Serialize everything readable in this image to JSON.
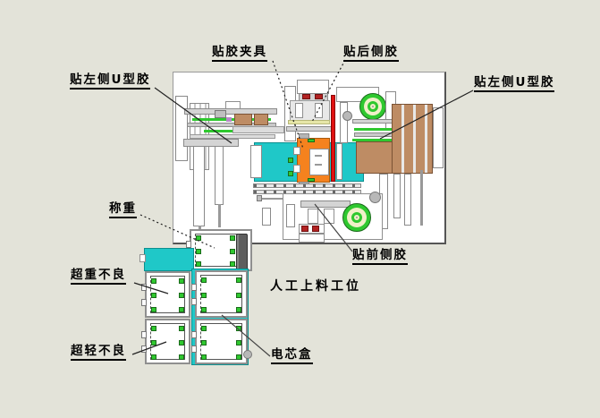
{
  "colors": {
    "background": "#E3E3D9",
    "cyan": "#1FC8C8",
    "orange": "#F5821E",
    "red": "#E01010",
    "dark_red": "#B22222",
    "green": "#2FC82F",
    "brown": "#BE8C64",
    "cream": "#F0F0C8",
    "cream_bar": "#E6E6A8"
  },
  "labels": {
    "left_u_tape_left": {
      "text": "贴左侧U型胶"
    },
    "taping_fixture": {
      "text": "贴胶夹具"
    },
    "rear_side_taping": {
      "text": "贴后侧胶"
    },
    "left_u_tape_right": {
      "text": "贴左侧U型胶"
    },
    "weighing": {
      "text": "称重"
    },
    "overweight_reject": {
      "text": "超重不良"
    },
    "underweight_reject": {
      "text": "超轻不良"
    },
    "front_side_taping": {
      "text": "贴前侧胶"
    },
    "manual_loading": {
      "text": "人工上料工位"
    },
    "cell_box": {
      "text": "电芯盒"
    }
  }
}
